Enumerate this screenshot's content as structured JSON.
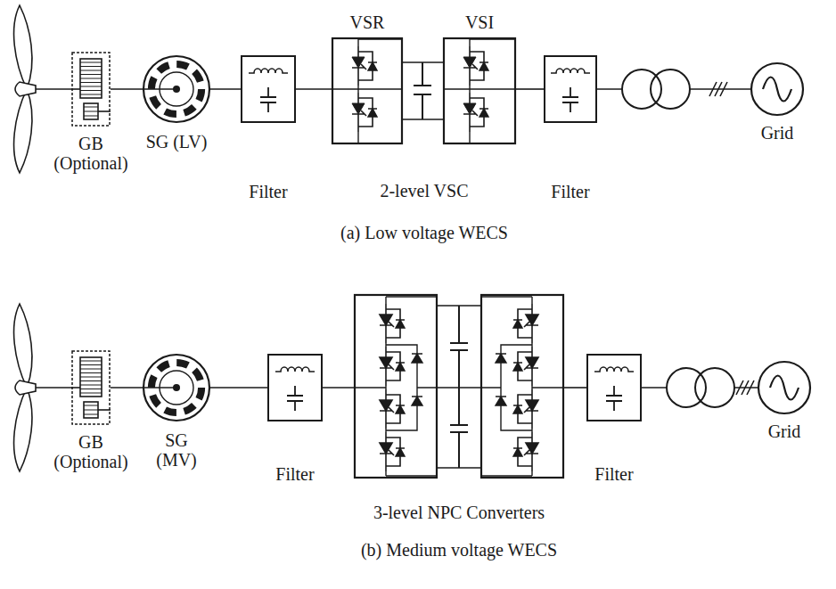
{
  "diagram": {
    "nodes": [
      {
        "text": [
          "GB (Optional)"
        ]
      },
      {
        "text": [
          "SG (LV)"
        ]
      },
      {
        "text": [
          "Filter"
        ]
      },
      {
        "text": [
          "VSR"
        ]
      },
      {
        "text": [
          "VSI"
        ]
      },
      {
        "text": [
          "Filter"
        ]
      },
      {
        "text": [
          "Grid"
        ]
      },
      {
        "text": [
          "GB (Optional)"
        ]
      },
      {
        "text": [
          "SG (MV)"
        ]
      },
      {
        "text": [
          "Filter"
        ]
      },
      {
        "text": [
          "Filter"
        ]
      },
      {
        "text": [
          "Grid"
        ]
      }
    ],
    "edges": [
      {
        "from": 0,
        "to": 1,
        "arrow": "none"
      },
      {
        "from": 1,
        "to": 2,
        "arrow": "none"
      },
      {
        "from": 2,
        "to": 3,
        "arrow": "none"
      },
      {
        "from": 3,
        "to": 4,
        "arrow": "none"
      },
      {
        "from": 4,
        "to": 5,
        "arrow": "none"
      },
      {
        "from": 5,
        "to": 6,
        "arrow": "none"
      },
      {
        "from": 7,
        "to": 8,
        "arrow": "none"
      },
      {
        "from": 8,
        "to": 9,
        "arrow": "none"
      },
      {
        "from": 10,
        "to": 11,
        "arrow": "none"
      }
    ],
    "labels": [
      "2-level VSC",
      "(a) Low voltage WECS",
      "3-level NPC Converters",
      "(b) Medium voltage WECS"
    ]
  }
}
